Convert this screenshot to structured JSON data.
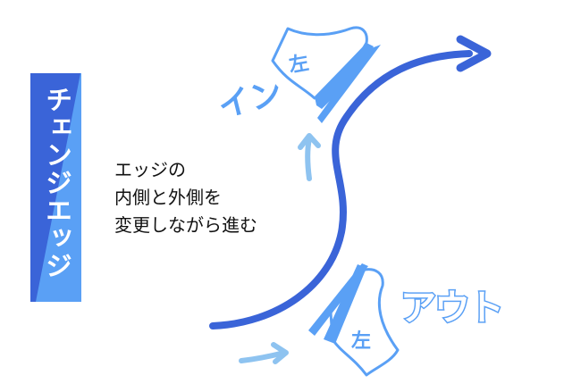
{
  "banner": {
    "title": "チェンジエッジ",
    "colors": {
      "dark": "#3a64d8",
      "light": "#5aa0f5"
    }
  },
  "description": {
    "lines": [
      "エッジの",
      "内側と外側を",
      "変更しながら進む"
    ]
  },
  "labels": {
    "in": "イン",
    "out": "アウト"
  },
  "skates": [
    {
      "label": "左"
    },
    {
      "label": "左"
    }
  ],
  "colors": {
    "path": "#3a64d8",
    "skate": "#5aa0f5",
    "hint_arrow": "#8ec3f0"
  }
}
